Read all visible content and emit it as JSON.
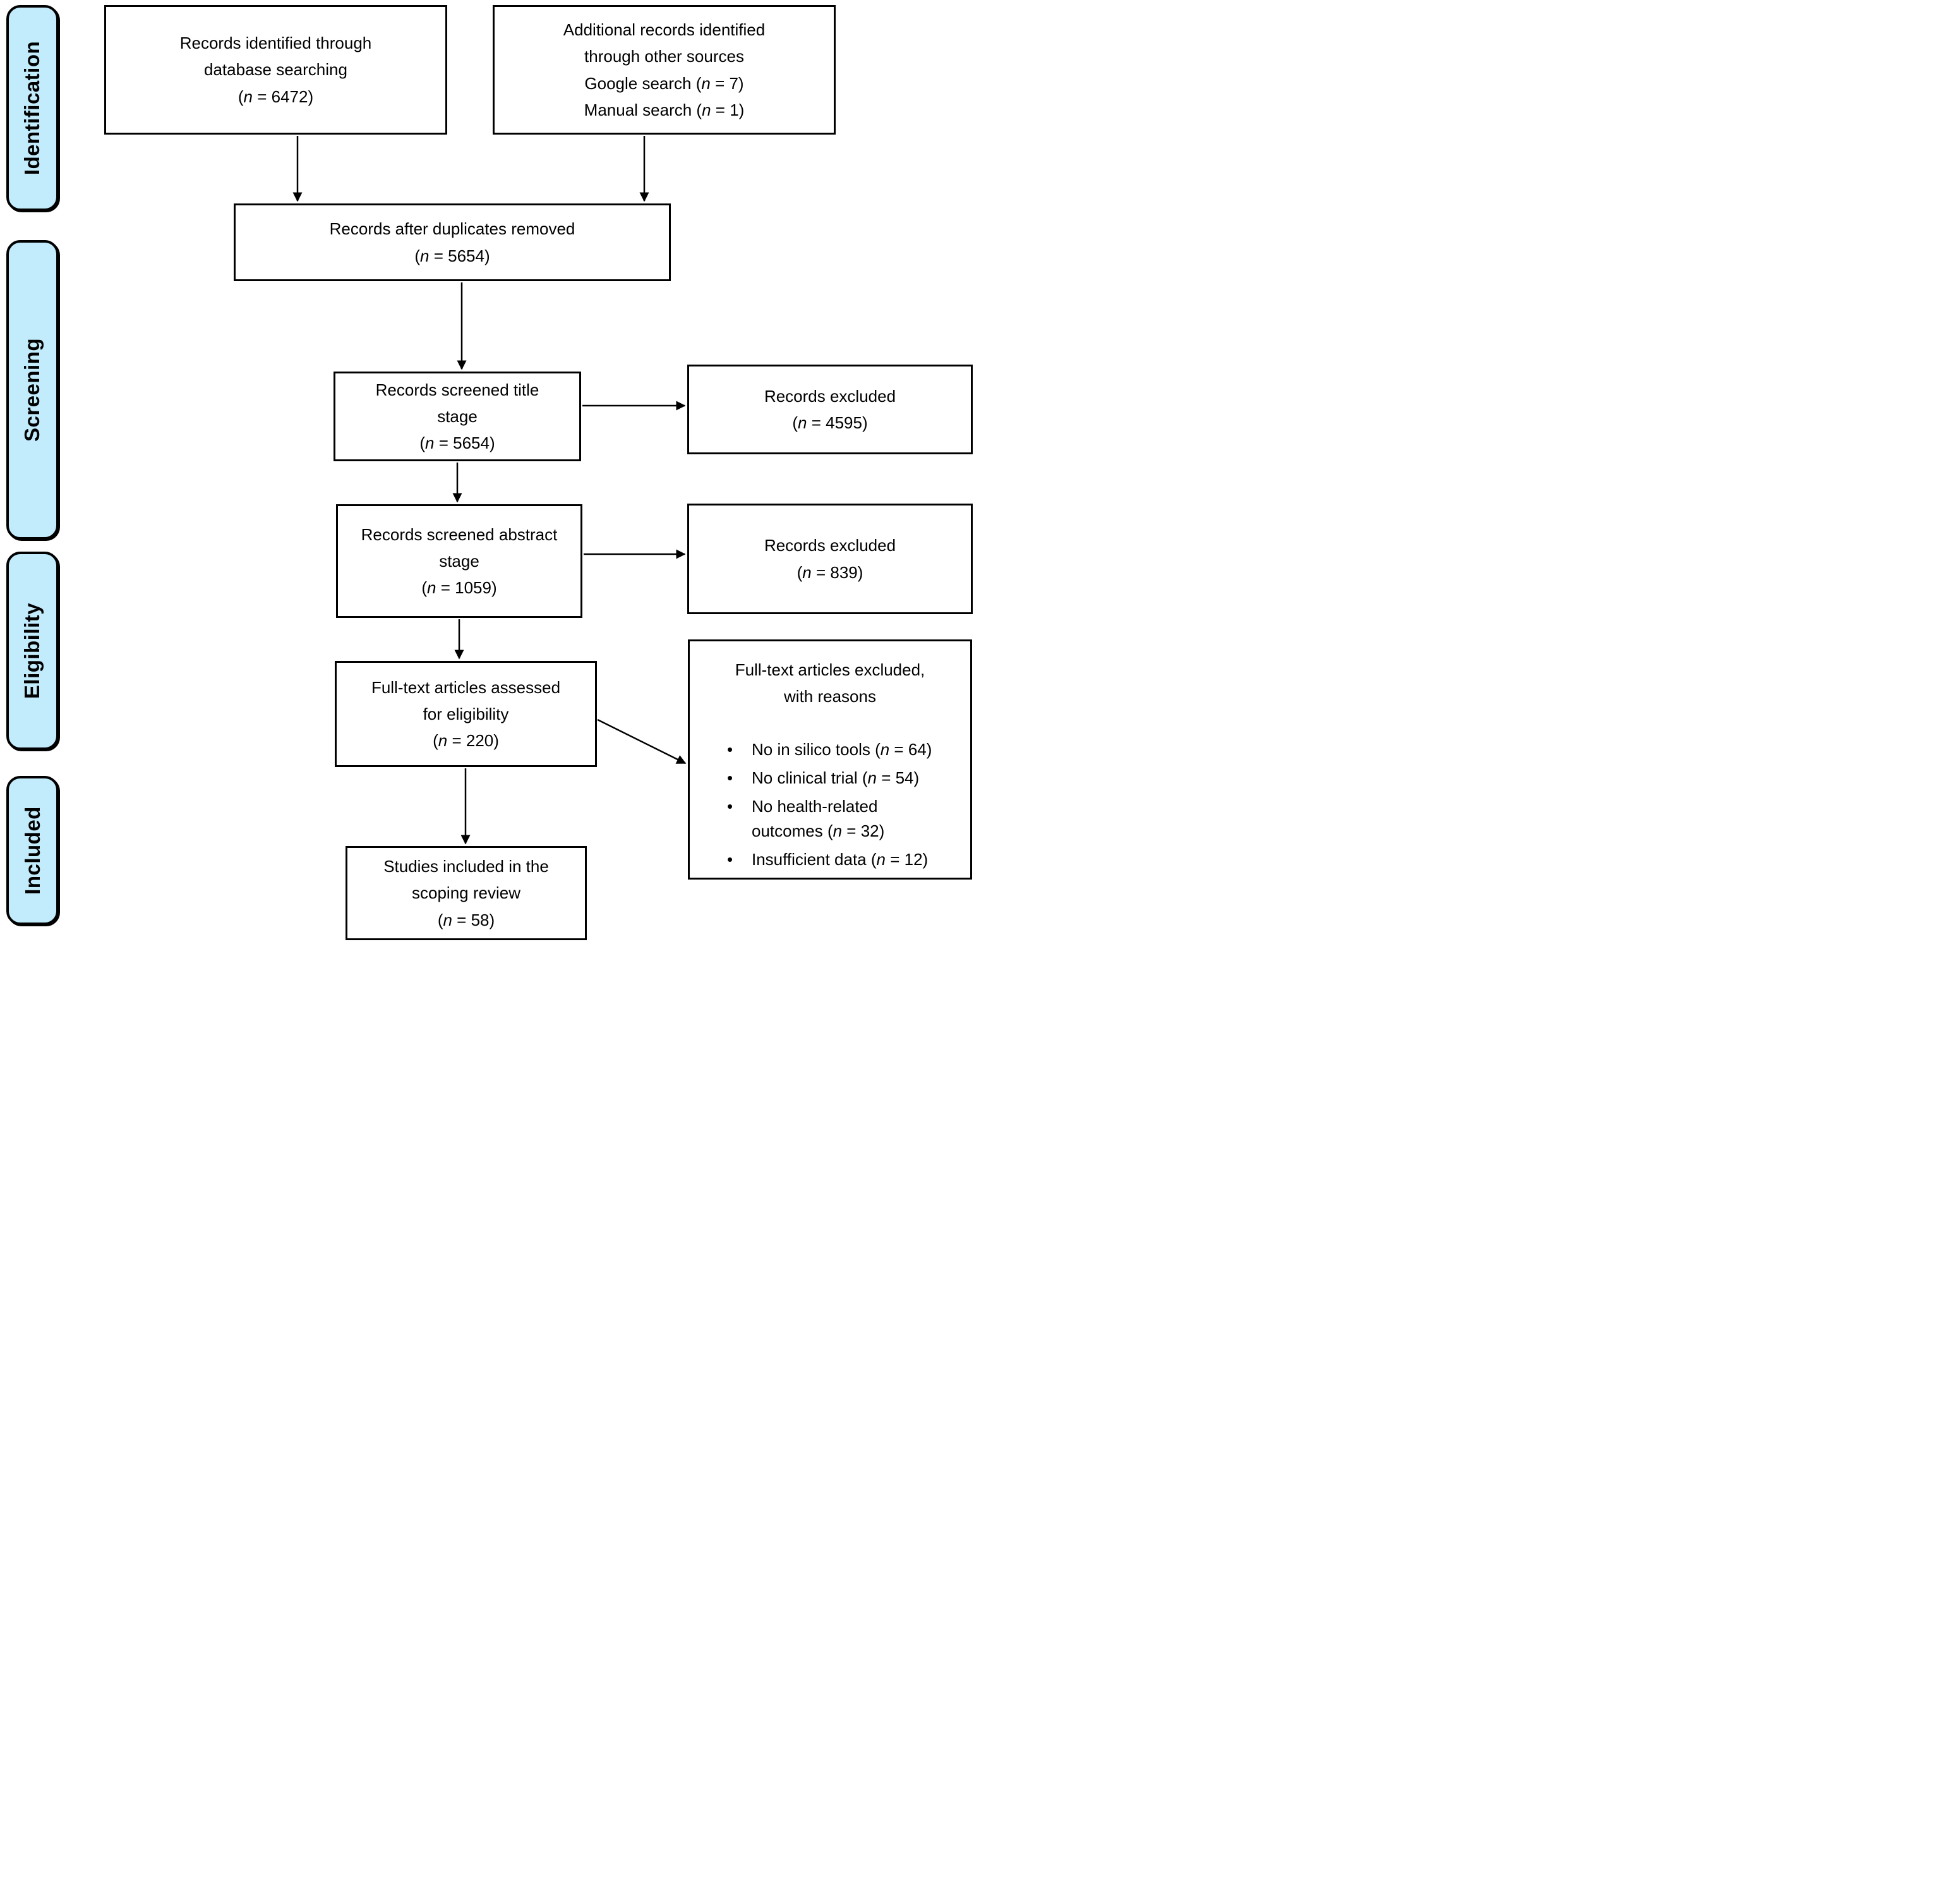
{
  "stages": [
    {
      "label": "Identification"
    },
    {
      "label": "Screening"
    },
    {
      "label": "Eligibility"
    },
    {
      "label": "Included"
    }
  ],
  "boxes": {
    "db_search": {
      "lines": [
        "Records identified through",
        "database searching",
        "(n = 6472)"
      ]
    },
    "other_sources": {
      "lines": [
        "Additional records identified",
        "through other sources",
        "Google search (n = 7)",
        "Manual search (n = 1)"
      ]
    },
    "duplicates_removed": {
      "lines": [
        "Records after duplicates removed",
        "(n = 5654)"
      ]
    },
    "title_screen": {
      "lines": [
        "Records screened title",
        "stage",
        "(n = 5654)"
      ]
    },
    "title_excluded": {
      "lines": [
        "Records excluded",
        "(n = 4595)"
      ]
    },
    "abstract_screen": {
      "lines": [
        "Records screened abstract",
        "stage",
        "(n = 1059)"
      ]
    },
    "abstract_excluded": {
      "lines": [
        "Records excluded",
        "(n = 839)"
      ]
    },
    "fulltext_assessed": {
      "lines": [
        "Full-text articles assessed",
        "for eligibility",
        "(n = 220)"
      ]
    },
    "fulltext_excluded": {
      "title_lines": [
        "Full-text articles excluded,",
        "with reasons"
      ],
      "reasons": [
        "No in silico tools (n = 64)",
        "No clinical trial (n = 54)",
        "No health-related outcomes (n = 32)",
        "Insufficient data (n = 12)"
      ]
    },
    "included_studies": {
      "lines": [
        "Studies included in the",
        "scoping review",
        "(n = 58)"
      ]
    }
  },
  "colors": {
    "stage_fill": "#c2ebfc",
    "box_fill": "#ffffff",
    "border": "#000000",
    "arrow": "#000000"
  }
}
